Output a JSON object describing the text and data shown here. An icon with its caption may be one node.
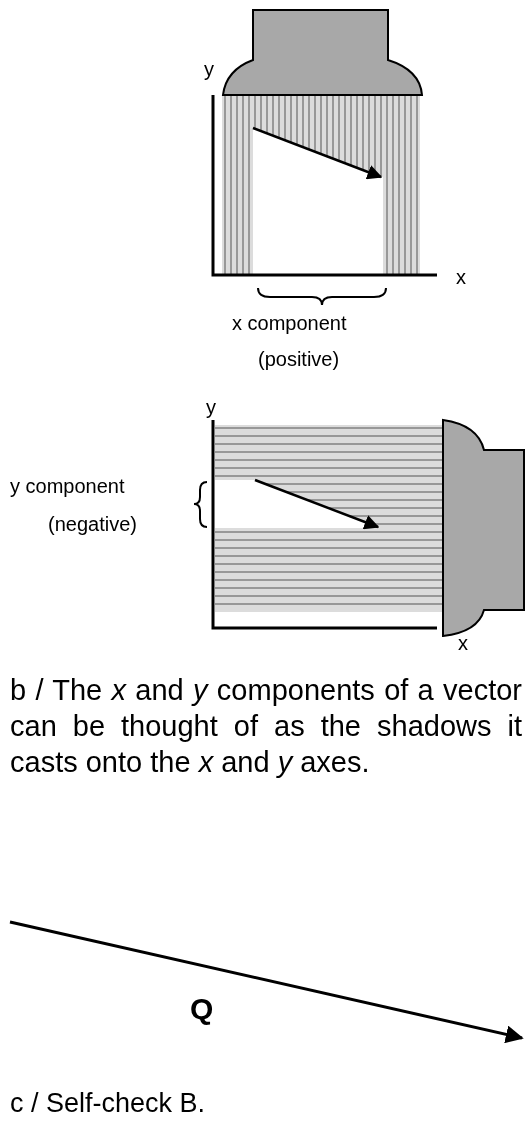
{
  "diagram": {
    "labels": [
      "y",
      "x",
      "x component",
      "(positive)",
      "y",
      "x",
      "y component",
      "(negative)",
      "b / The *x* and *y* components of a vector can be thought of as the shadows it casts onto the *x* and *y* axes.",
      "Q",
      "c / Self-check B."
    ]
  }
}
